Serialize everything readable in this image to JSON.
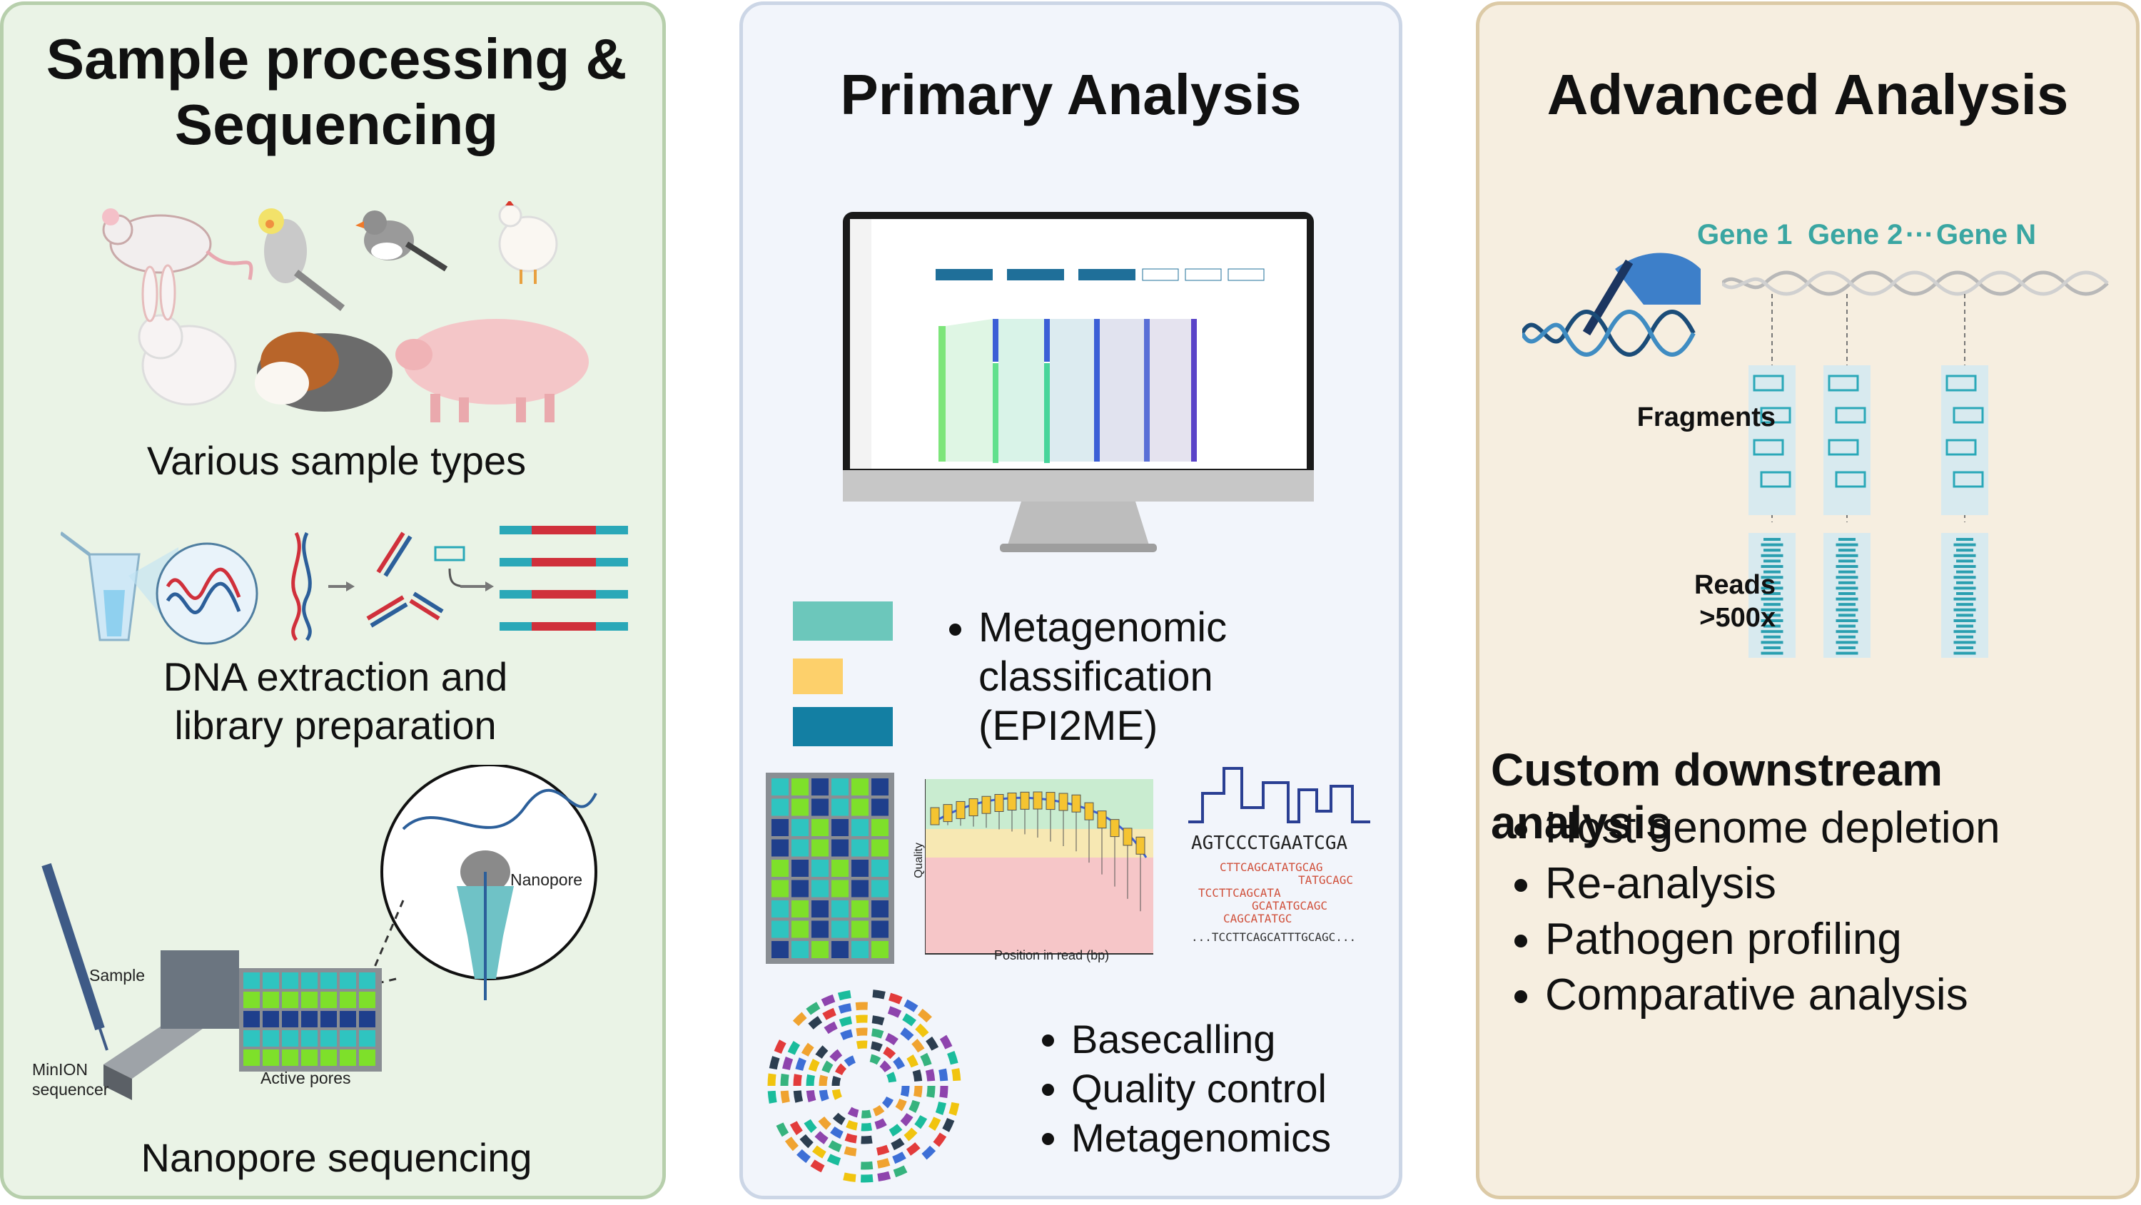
{
  "panel1": {
    "title": "Sample processing & Sequencing",
    "sample_types_label": "Various sample types",
    "extraction_label": "DNA extraction and library preparation",
    "sequencing_label": "Nanopore sequencing",
    "nanopore_label": "Nanopore",
    "sample_label": "Sample",
    "device_label": "MinION sequencer",
    "pores_label": "Active pores"
  },
  "panel2": {
    "title": "Primary Analysis",
    "bullets_top": [
      "Metagenomic classification (EPI2ME)"
    ],
    "bullets_bottom": [
      "Basecalling",
      "Quality control",
      "Metagenomics"
    ],
    "qc_ylabel": "Quality",
    "qc_xlabel": "Position in read (bp)",
    "consensus_seq": "AGTCCCTGAATCGA",
    "reads": [
      "CTTCAGCATATGCAG",
      "TATGCAGC",
      "TCCTTCAGCATA",
      "GCATATGCAGC",
      "CAGCATATGC",
      "...TCCTTCAGCATTTGCAGC..."
    ],
    "colors": {
      "teal": "#6cc7bb",
      "yellow": "#fdd06b",
      "blue": "#137fa3"
    }
  },
  "panel3": {
    "title": "Advanced Analysis",
    "genes": [
      "Gene 1",
      "Gene 2",
      "Gene N"
    ],
    "gene_ellipsis": "···",
    "fragments_label": "Fragments",
    "reads_label": "Reads",
    "reads_depth": ">500x",
    "subheading": "Custom downstream analysis",
    "bullets": [
      "Host genome depletion",
      "Re-analysis",
      "Pathogen profiling",
      "Comparative analysis"
    ]
  }
}
